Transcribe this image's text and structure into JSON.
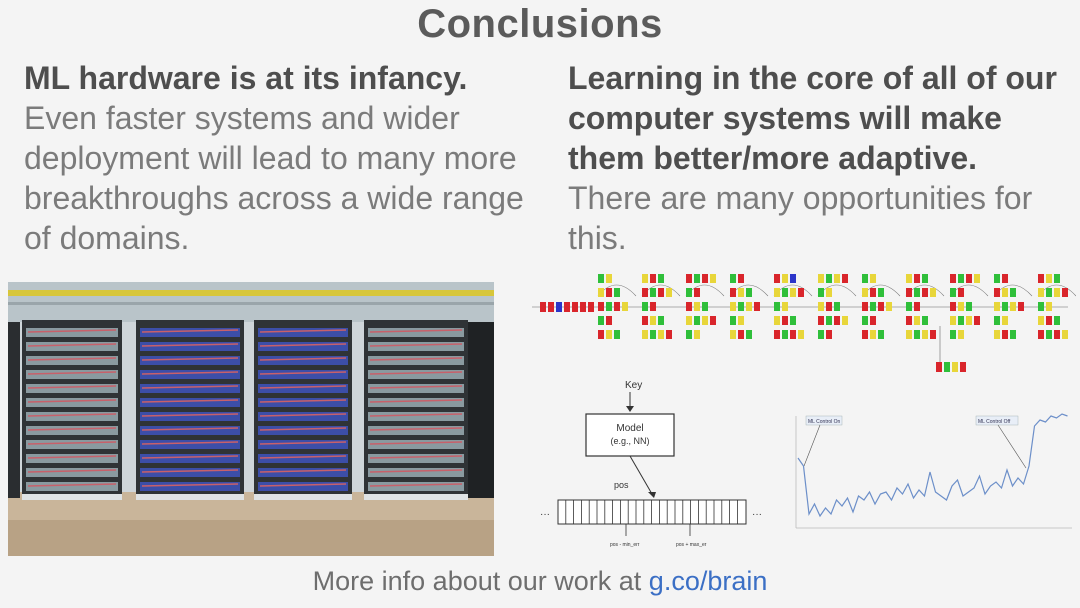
{
  "slide": {
    "title": "Conclusions",
    "left": {
      "heading": "ML hardware is at its infancy.",
      "body": "Even faster systems and wider deployment will lead to many more breakthroughs across a wide range of domains."
    },
    "right": {
      "heading": "Learning in the core of all of our computer systems will make them better/more adaptive.",
      "body": "There are many opportunities for this."
    },
    "diagram": {
      "key_label": "Key",
      "model_label_line1": "Model",
      "model_label_line2": "(e.g., NN)",
      "pos_label": "pos",
      "left_bound": "pos - min_err",
      "right_bound": "pos + max_er"
    },
    "chart": {
      "label_left": "ML Control On",
      "label_right": "ML Control Off"
    },
    "footer": {
      "prefix": "More info about our work at ",
      "link": "g.co/brain"
    },
    "colors": {
      "title": "#5b5b5b",
      "link": "#3b6fc5",
      "node_red": "#d9252b",
      "node_green": "#2fbf3a",
      "node_yellow": "#e8d63a",
      "node_blue": "#2c35c9"
    }
  }
}
